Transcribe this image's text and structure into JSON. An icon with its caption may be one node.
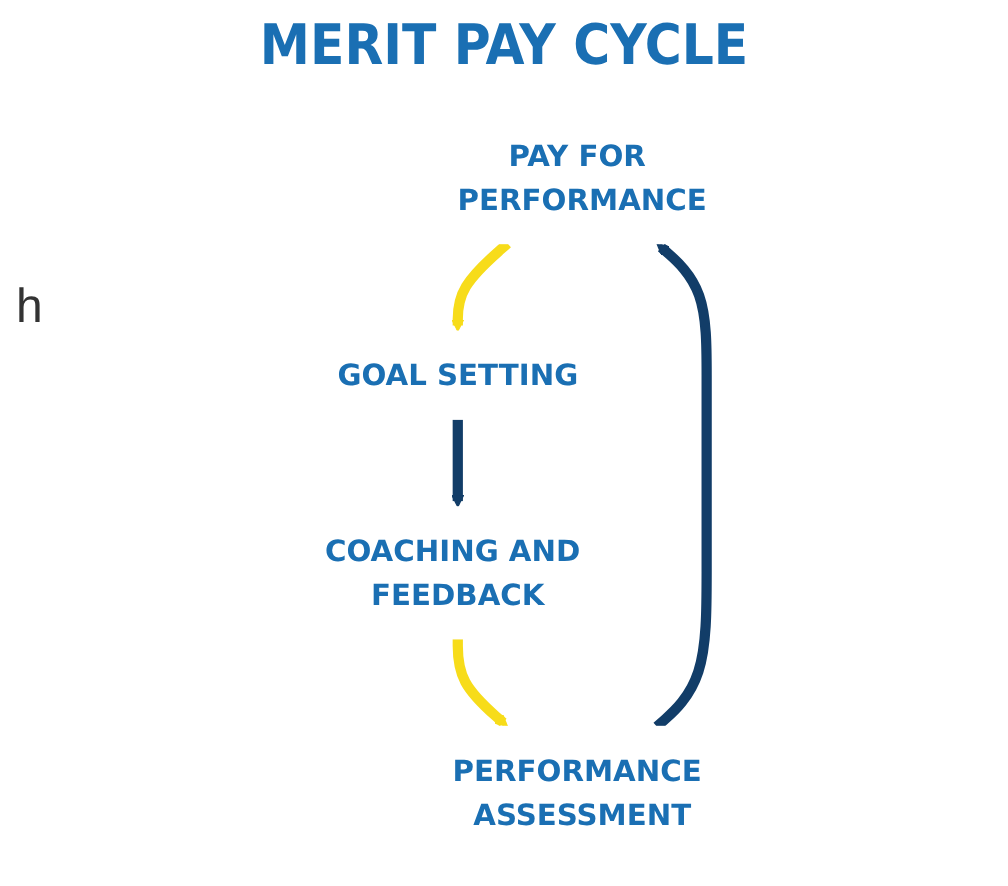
{
  "diagram": {
    "title": "MERIT PAY CYCLE",
    "nodes": [
      {
        "text": [
          "PAY FOR PERFORMANCE"
        ]
      },
      {
        "text": [
          "GOAL SETTING"
        ]
      },
      {
        "text": [
          "COACHING AND FEEDBACK"
        ]
      },
      {
        "text": [
          "PERFORMANCE ASSESSMENT"
        ]
      }
    ],
    "edges": [
      {
        "from": 0,
        "to": 1,
        "arrow": "to",
        "color": "#f7dc1a"
      },
      {
        "from": 1,
        "to": 2,
        "arrow": "to",
        "color": "#123d68"
      },
      {
        "from": 2,
        "to": 3,
        "arrow": "to",
        "color": "#f7dc1a"
      },
      {
        "from": 3,
        "to": 0,
        "arrow": "to",
        "color": "#123d68"
      }
    ],
    "labels": [
      "h"
    ]
  }
}
